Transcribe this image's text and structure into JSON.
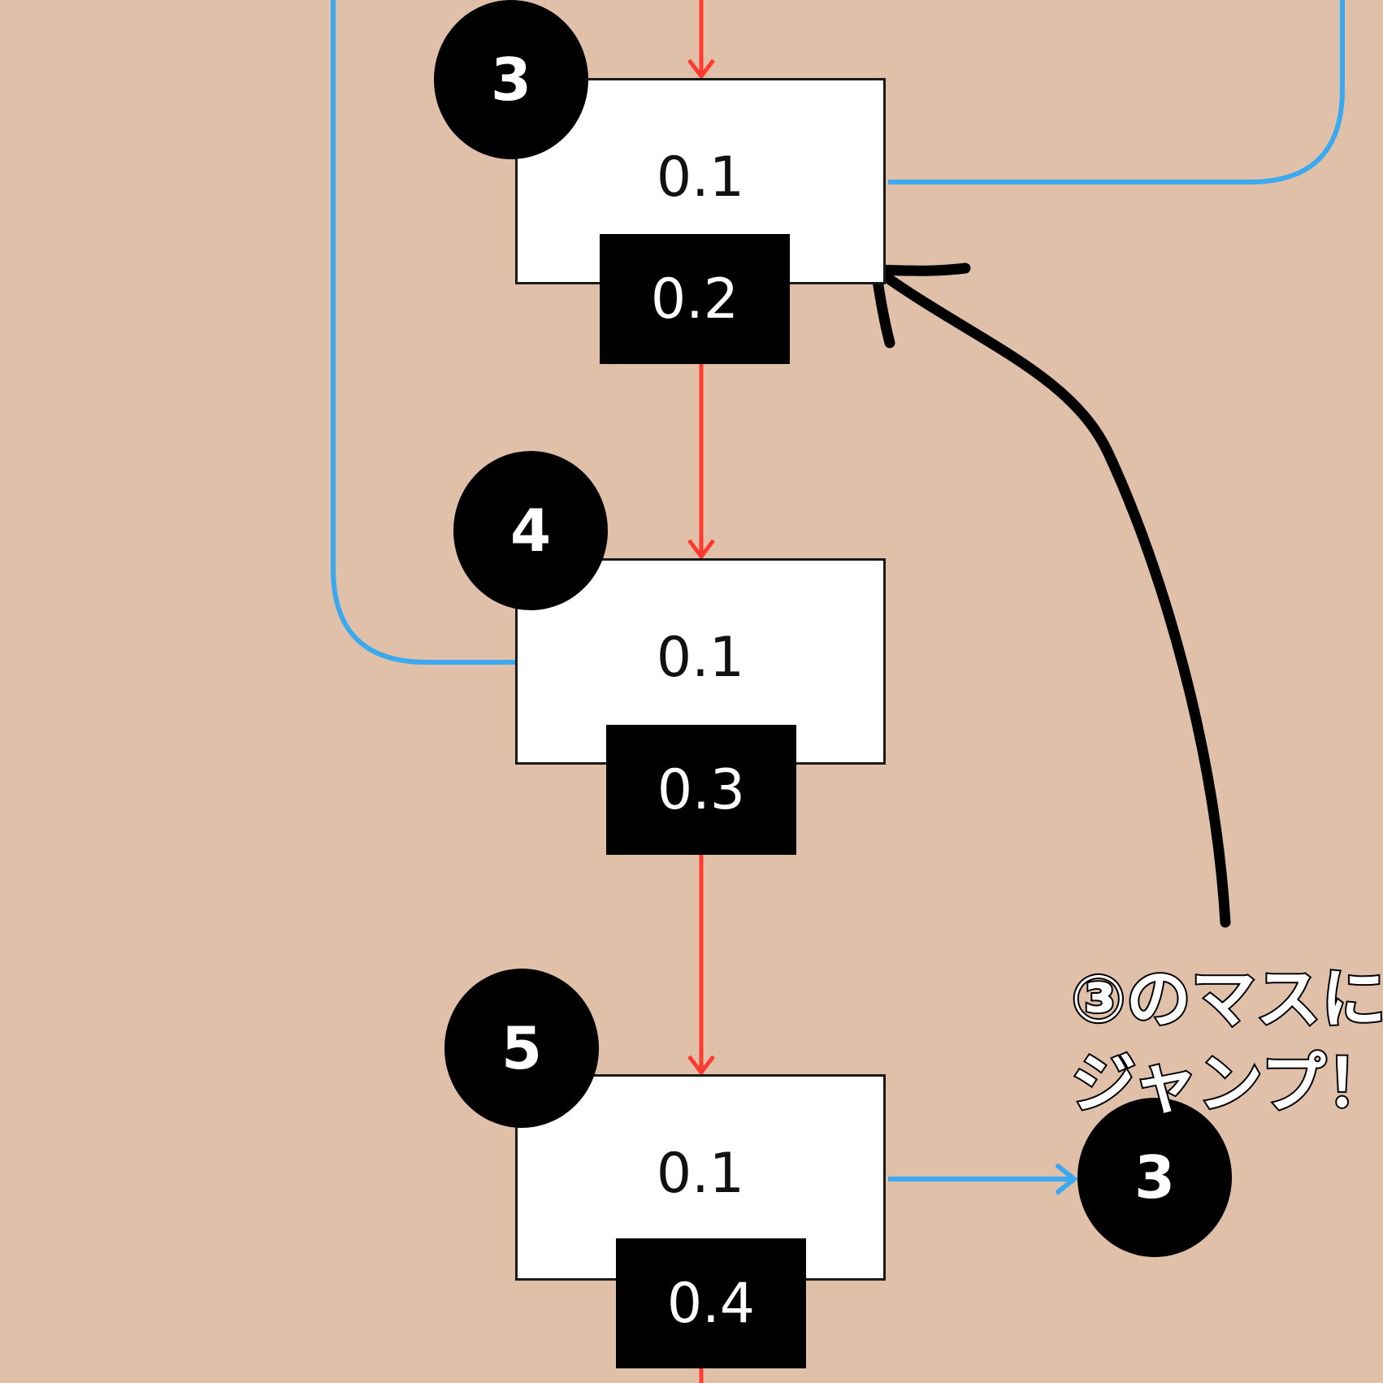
{
  "colors": {
    "background": "#e0c0a9",
    "flow_arrow": "#ff3b30",
    "jump_line": "#3aa9f0",
    "hand_arrow": "#000000"
  },
  "nodes": [
    {
      "badge": "3",
      "value": "0.1",
      "tag": "0.2"
    },
    {
      "badge": "4",
      "value": "0.1",
      "tag": "0.3"
    },
    {
      "badge": "5",
      "value": "0.1",
      "tag": "0.4"
    }
  ],
  "jump_target": {
    "badge": "3"
  },
  "annotation": {
    "line1": "③のマスに",
    "line2": "ジャンプ！"
  }
}
